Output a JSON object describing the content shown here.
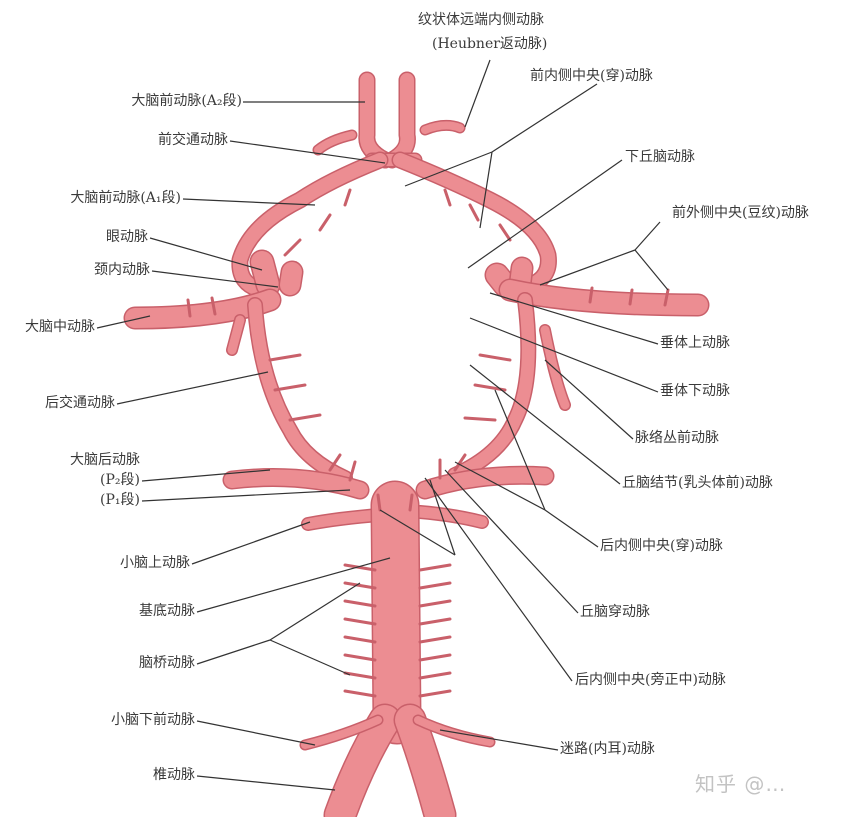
{
  "labels_left": {
    "aca_a2": "大脑前动脉(A₂段)",
    "acomm": "前交通动脉",
    "aca_a1": "大脑前动脉(A₁段)",
    "ophthalmic": "眼动脉",
    "ica": "颈内动脉",
    "mca": "大脑中动脉",
    "pcomm": "后交通动脉",
    "pca": "大脑后动脉",
    "pca_p2": "(P₂段)",
    "pca_p1": "(P₁段)",
    "sca": "小脑上动脉",
    "basilar": "基底动脉",
    "pontine": "脑桥动脉",
    "aica": "小脑下前动脉",
    "vertebral": "椎动脉"
  },
  "labels_right": {
    "heubner_1": "纹状体远端内侧动脉",
    "heubner_2": "(Heubner返动脉)",
    "anteromedial": "前内侧中央(穿)动脉",
    "hypothalamic": "下丘脑动脉",
    "anterolateral": "前外侧中央(豆纹)动脉",
    "sup_hypophyseal": "垂体上动脉",
    "inf_hypophyseal": "垂体下动脉",
    "ant_choroidal": "脉络丛前动脉",
    "thalamotuberal": "丘脑结节(乳头体前)动脉",
    "posteromedial": "后内侧中央(穿)动脉",
    "thalamoperforating": "丘脑穿动脉",
    "paramedian": "后内侧中央(旁正中)动脉",
    "labyrinthine": "迷路(内耳)动脉"
  },
  "watermark": "知乎 @…",
  "colors": {
    "vessel": "#ec8d92",
    "vessel_edge": "#c9606a",
    "text": "#3a3a3a"
  }
}
